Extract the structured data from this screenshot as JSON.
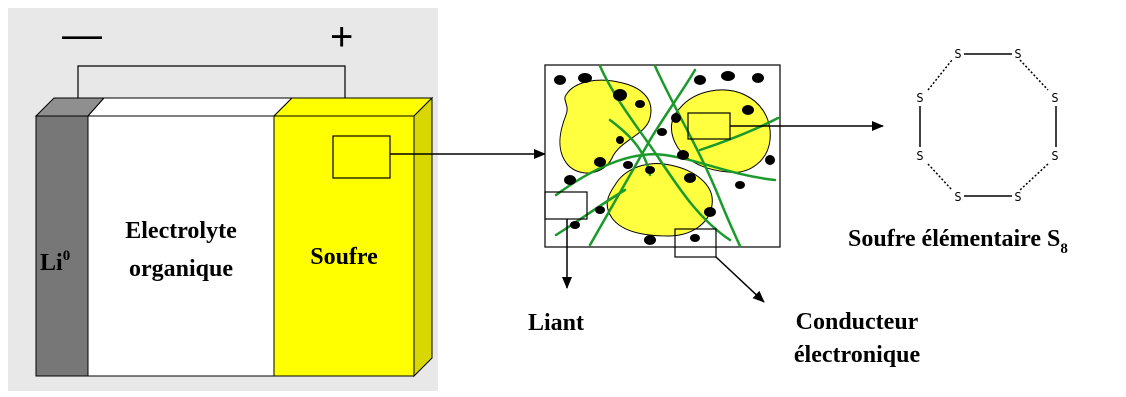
{
  "battery": {
    "minus_sign": "—",
    "plus_sign": "+",
    "anode": {
      "label": "Li",
      "superscript": "0",
      "color": "#777777"
    },
    "electrolyte": {
      "line1": "Electrolyte",
      "line2": "organique",
      "color": "#ffffff"
    },
    "cathode": {
      "label": "Soufre",
      "color": "#ffff00",
      "side_color": "#d8d800"
    },
    "background_color": "#e8e8e8"
  },
  "composite": {
    "sulfur_color": "#ffff40",
    "binder_color": "#1a9a2a",
    "carbon_color": "#000000",
    "binder_label": "Liant",
    "conductor_label_line1": "Conducteur",
    "conductor_label_line2": "électronique"
  },
  "molecule": {
    "atom_symbol": "S",
    "atom_count": 8,
    "caption": "Soufre élémentaire S",
    "caption_subscript": "8"
  }
}
